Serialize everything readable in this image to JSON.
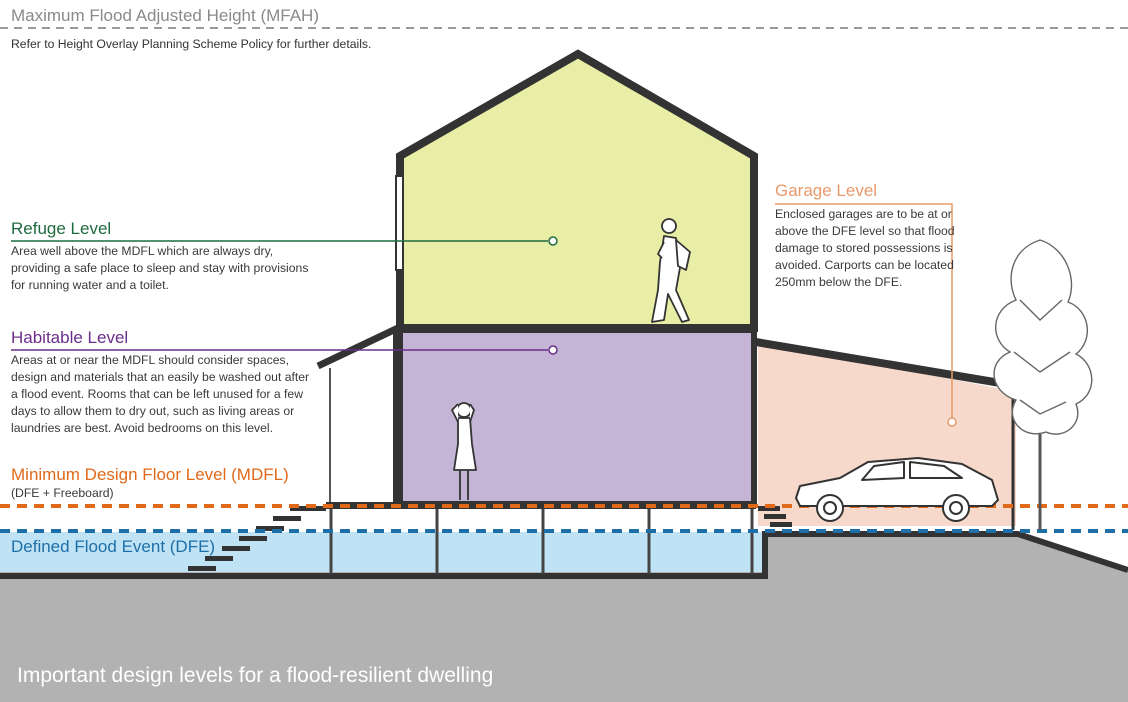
{
  "mfah": {
    "title": "Maximum Flood Adjusted Height (MFAH)",
    "note": "Refer to Height Overlay Planning Scheme Policy for further details."
  },
  "refuge": {
    "title": "Refuge Level",
    "desc": "Area well above the MDFL which are always dry, providing a safe place to sleep and stay with provisions for running water and a toilet."
  },
  "habitable": {
    "title": "Habitable Level",
    "desc": "Areas at or near the MDFL should consider spaces, design and materials that an easily be washed out after a flood event. Rooms that can be left unused for a few days to allow them to dry out, such as living areas or laundries are best. Avoid bedrooms on this level."
  },
  "mdfl": {
    "title": "Minimum Design Floor Level (MDFL)",
    "note": "(DFE + Freeboard)"
  },
  "dfe": {
    "title": "Defined Flood Event (DFE)"
  },
  "garage": {
    "title": "Garage Level",
    "desc": "Enclosed garages are to be at or above the DFE level so that flood damage to stored possessions is avoided. Carports can be located 250mm below the DFE."
  },
  "caption": "Important design levels for a flood-resilient dwelling",
  "colors": {
    "mfah_line": "#9a9a9a",
    "refuge": "#1f6b3f",
    "habitable": "#6b2e8a",
    "mdfl": "#e06a1a",
    "dfe": "#1e6fa8",
    "garage": "#e89a6a",
    "upper_floor_fill": "#e8eea6",
    "lower_floor_fill": "#c4b4d6",
    "garage_fill": "#f6d9cb",
    "water": "#bfe3f4",
    "ground": "#b2b2b2",
    "structure": "#333333"
  }
}
